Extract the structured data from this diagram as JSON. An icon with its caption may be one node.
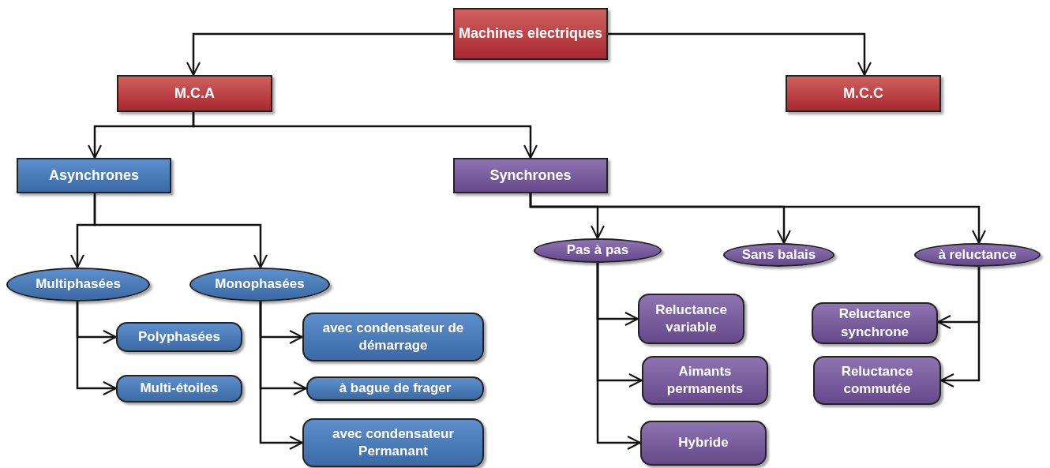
{
  "diagram": {
    "nodes": [
      {
        "text": [
          "Machines electriques"
        ]
      },
      {
        "text": [
          "M.C.A"
        ]
      },
      {
        "text": [
          "M.C.C"
        ]
      },
      {
        "text": [
          "Asynchrones"
        ]
      },
      {
        "text": [
          "Synchrones"
        ]
      },
      {
        "text": [
          "Multiphasées"
        ]
      },
      {
        "text": [
          "Monophasées"
        ]
      },
      {
        "text": [
          "Polyphasées"
        ]
      },
      {
        "text": [
          "Multi-étoiles"
        ]
      },
      {
        "text": [
          "avec condensateur de démarrage"
        ]
      },
      {
        "text": [
          "à bague de frager"
        ]
      },
      {
        "text": [
          "avec condensateur Permanant"
        ]
      },
      {
        "text": [
          "Pas à pas"
        ]
      },
      {
        "text": [
          "Sans balais"
        ]
      },
      {
        "text": [
          "à reluctance"
        ]
      },
      {
        "text": [
          "Reluctance variable"
        ]
      },
      {
        "text": [
          "Aimants permanents"
        ]
      },
      {
        "text": [
          "Hybride"
        ]
      },
      {
        "text": [
          "Reluctance synchrone"
        ]
      },
      {
        "text": [
          "Reluctance commutée"
        ]
      }
    ],
    "edges": [
      {
        "from": 0,
        "to": 1,
        "arrow": "to"
      },
      {
        "from": 0,
        "to": 2,
        "arrow": "to"
      },
      {
        "from": 1,
        "to": 3,
        "arrow": "to"
      },
      {
        "from": 1,
        "to": 4,
        "arrow": "to"
      },
      {
        "from": 3,
        "to": 5,
        "arrow": "to"
      },
      {
        "from": 3,
        "to": 6,
        "arrow": "to"
      },
      {
        "from": 5,
        "to": 7,
        "arrow": "to"
      },
      {
        "from": 5,
        "to": 8,
        "arrow": "to"
      },
      {
        "from": 6,
        "to": 9,
        "arrow": "to"
      },
      {
        "from": 6,
        "to": 10,
        "arrow": "to"
      },
      {
        "from": 6,
        "to": 11,
        "arrow": "to"
      },
      {
        "from": 4,
        "to": 12,
        "arrow": "to"
      },
      {
        "from": 4,
        "to": 13,
        "arrow": "to"
      },
      {
        "from": 4,
        "to": 14,
        "arrow": "to"
      },
      {
        "from": 12,
        "to": 15,
        "arrow": "to"
      },
      {
        "from": 12,
        "to": 16,
        "arrow": "to"
      },
      {
        "from": 12,
        "to": 17,
        "arrow": "to"
      },
      {
        "from": 14,
        "to": 18,
        "arrow": "to"
      },
      {
        "from": 14,
        "to": 19,
        "arrow": "to"
      }
    ]
  }
}
